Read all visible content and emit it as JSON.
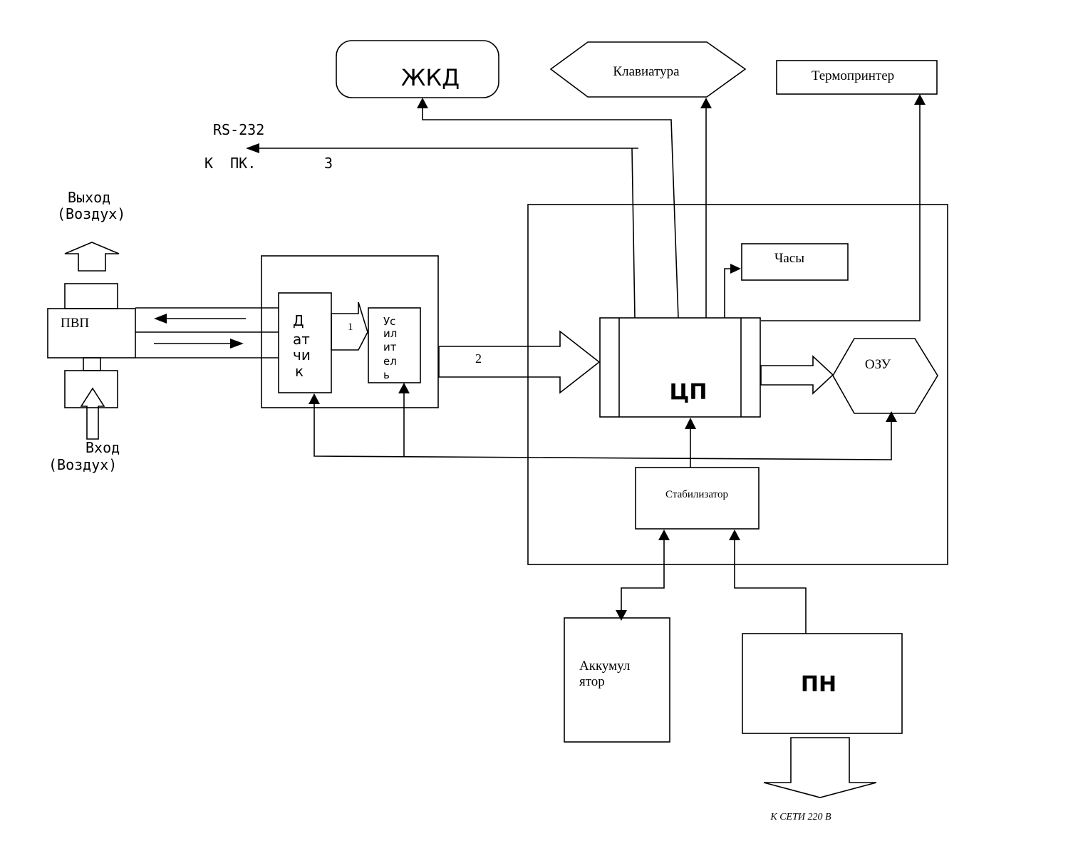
{
  "diagram": {
    "blocks": {
      "lcd": "ЖКД",
      "keyboard": "Клавиатура",
      "thermal_printer": "Термопринтер",
      "clock": "Часы",
      "cpu": "ЦП",
      "ram": "ОЗУ",
      "stabilizer": "Стабилизатор",
      "battery_line1": "Аккумул",
      "battery_line2": "ятор",
      "power_supply": "ПН",
      "pvp": "ПВП",
      "sensor_lines": [
        "Д",
        "ат",
        "чи",
        "к"
      ],
      "amplifier_lines": [
        "Ус",
        "ил",
        "ит",
        "ел",
        "ь"
      ]
    },
    "labels": {
      "rs232": "RS-232",
      "to_pc": "К  ПК.",
      "to_pc_num": "3",
      "outlet_line1": "Выход",
      "outlet_line2": "(Воздух)",
      "inlet_line1": "Вход",
      "inlet_line2": "(Воздух)",
      "mains": "К СЕТИ 220 В",
      "arrow1": "1",
      "arrow2": "2"
    }
  }
}
